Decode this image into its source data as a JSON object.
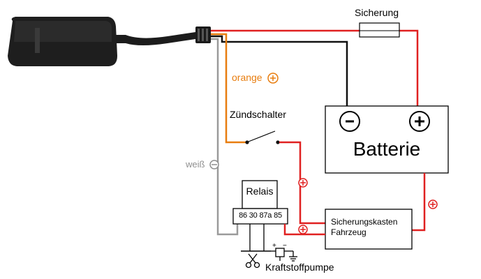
{
  "labels": {
    "fuse": "Sicherung",
    "orange_wire": "orange",
    "ignition_switch": "Zündschalter",
    "white_wire": "weiß",
    "battery": "Batterie",
    "relay": "Relais",
    "relay_pins": "86 30 87a 85",
    "fuse_box_line1": "Sicherungskasten",
    "fuse_box_line2": "Fahrzeug",
    "fuel_pump": "Kraftstoffpumpe",
    "small_plus": "+",
    "small_minus": "−"
  },
  "symbols": {
    "plus_circle": "+",
    "minus_circle": "−",
    "battery_minus": "−",
    "battery_plus": "+"
  },
  "colors": {
    "red_wire": "#e02020",
    "black_wire": "#111111",
    "orange_wire": "#e87d0f",
    "white_wire": "#9a9a9a",
    "device": "#222222"
  }
}
